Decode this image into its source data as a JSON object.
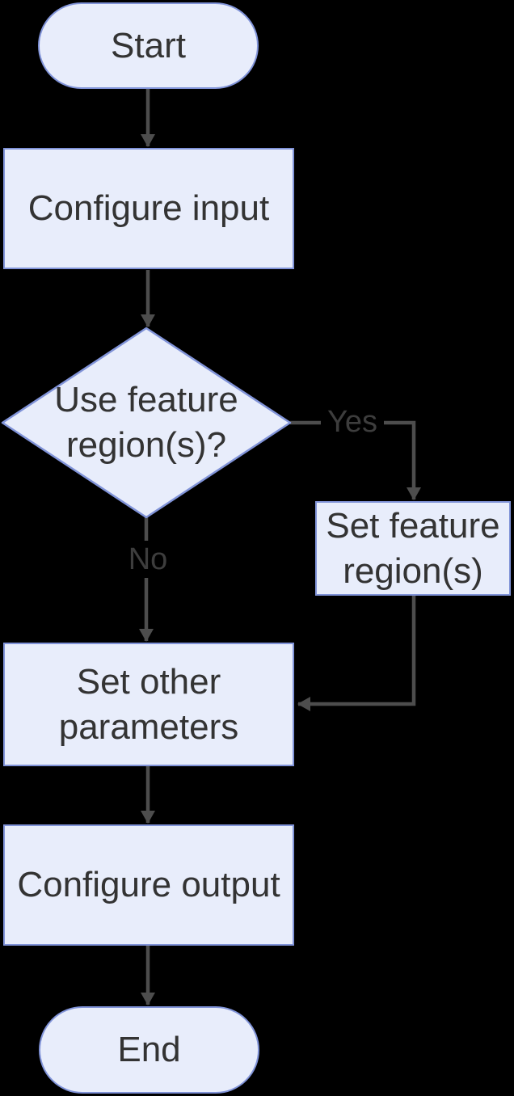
{
  "diagram": {
    "type": "flowchart",
    "direction": "top-down",
    "colors": {
      "background": "#000000",
      "node_fill": "#E8EDFB",
      "node_border": "#8093D8",
      "node_text": "#333333",
      "edge": "#4D4D4D",
      "edge_label_text": "#3D3D3D"
    },
    "nodes": {
      "start": {
        "label": "Start",
        "shape": "stadium"
      },
      "configure_input": {
        "label": "Configure input",
        "shape": "rectangle"
      },
      "use_feature_regions": {
        "label": "Use feature region(s)?",
        "shape": "diamond"
      },
      "set_feature_regions": {
        "label": "Set feature region(s)",
        "shape": "rectangle"
      },
      "set_other_parameters": {
        "label": "Set other parameters",
        "shape": "rectangle"
      },
      "configure_output": {
        "label": "Configure output",
        "shape": "rectangle"
      },
      "end": {
        "label": "End",
        "shape": "stadium"
      }
    },
    "edge_labels": {
      "yes": "Yes",
      "no": "No"
    },
    "edges": [
      {
        "from": "start",
        "to": "configure_input",
        "label": ""
      },
      {
        "from": "configure_input",
        "to": "use_feature_regions",
        "label": ""
      },
      {
        "from": "use_feature_regions",
        "to": "set_feature_regions",
        "label": "Yes"
      },
      {
        "from": "use_feature_regions",
        "to": "set_other_parameters",
        "label": "No"
      },
      {
        "from": "set_feature_regions",
        "to": "set_other_parameters",
        "label": ""
      },
      {
        "from": "set_other_parameters",
        "to": "configure_output",
        "label": ""
      },
      {
        "from": "configure_output",
        "to": "end",
        "label": ""
      }
    ]
  }
}
